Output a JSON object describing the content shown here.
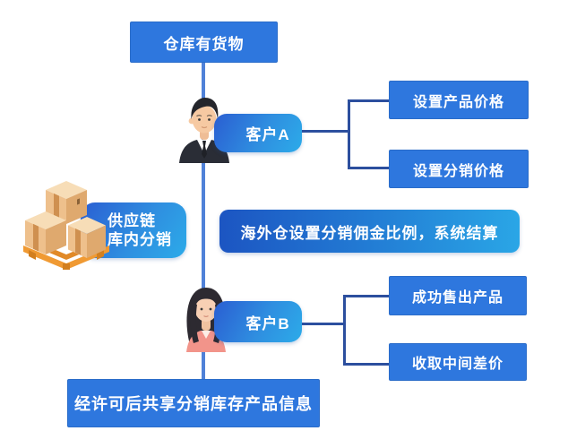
{
  "diagram": {
    "title_box": "仓库有货物",
    "customer_a": {
      "label": "客户A",
      "items": [
        "设置产品价格",
        "设置分销价格"
      ]
    },
    "supply": {
      "line1": "供应链",
      "line2": "库内分销"
    },
    "middle_band": "海外仓设置分销佣金比例，系统结算",
    "customer_b": {
      "label": "客户B",
      "items": [
        "成功售出产品",
        "收取中间差价"
      ]
    },
    "bottom_box": "经许可后共享分销库存产品信息"
  },
  "icons": {
    "pallet_boxes": "pallet-boxes-icon",
    "customer_a_avatar": "male-avatar-icon",
    "customer_b_avatar": "female-avatar-icon"
  },
  "colors": {
    "node_blue": "#2e77de",
    "pill_gradient_start": "#2a5ed2",
    "pill_gradient_end": "#2cabe9",
    "band_gradient_start": "#1c55c2",
    "band_gradient_end": "#2aa6e6",
    "bracket_line": "#2c4f9e",
    "spine_line": "#4f81d8",
    "text_white": "#ffffff",
    "box_tan": "#eec08c",
    "pallet_orange": "#f09a33"
  }
}
